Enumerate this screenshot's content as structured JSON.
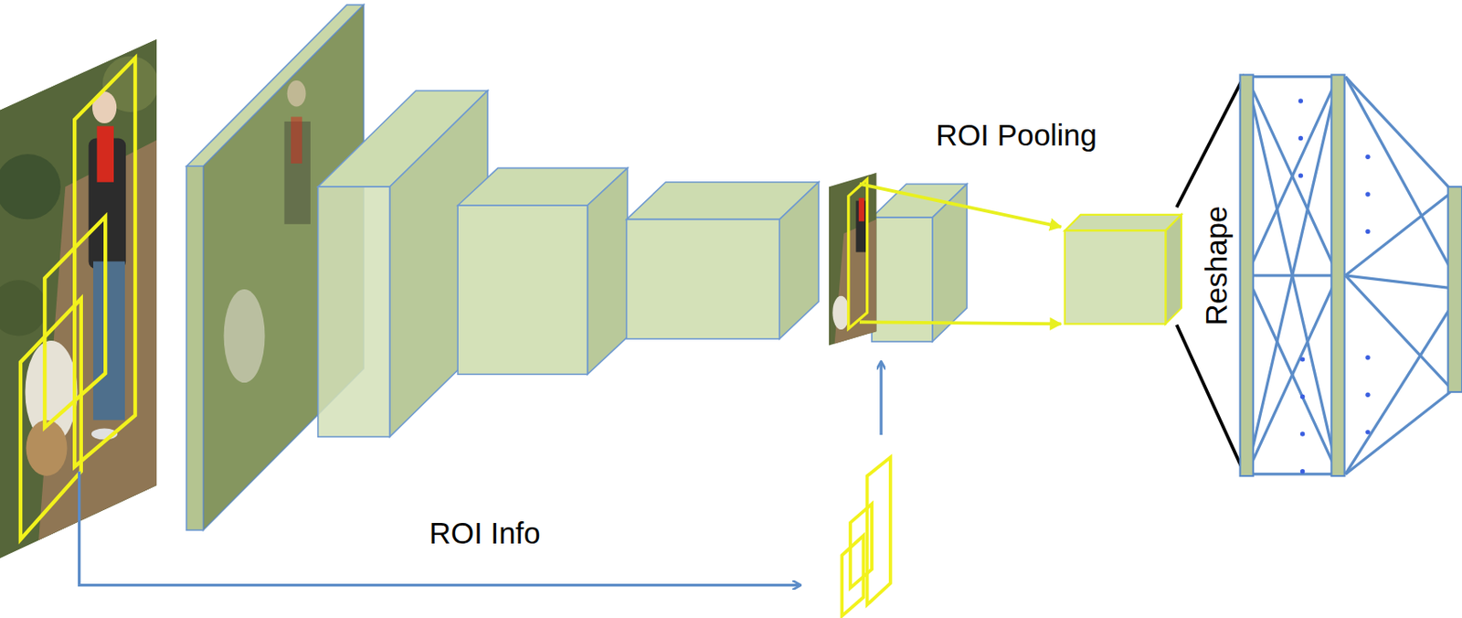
{
  "diagram": {
    "labels": [
      "ROI Pooling",
      "Reshape",
      "ROI Info"
    ]
  }
}
